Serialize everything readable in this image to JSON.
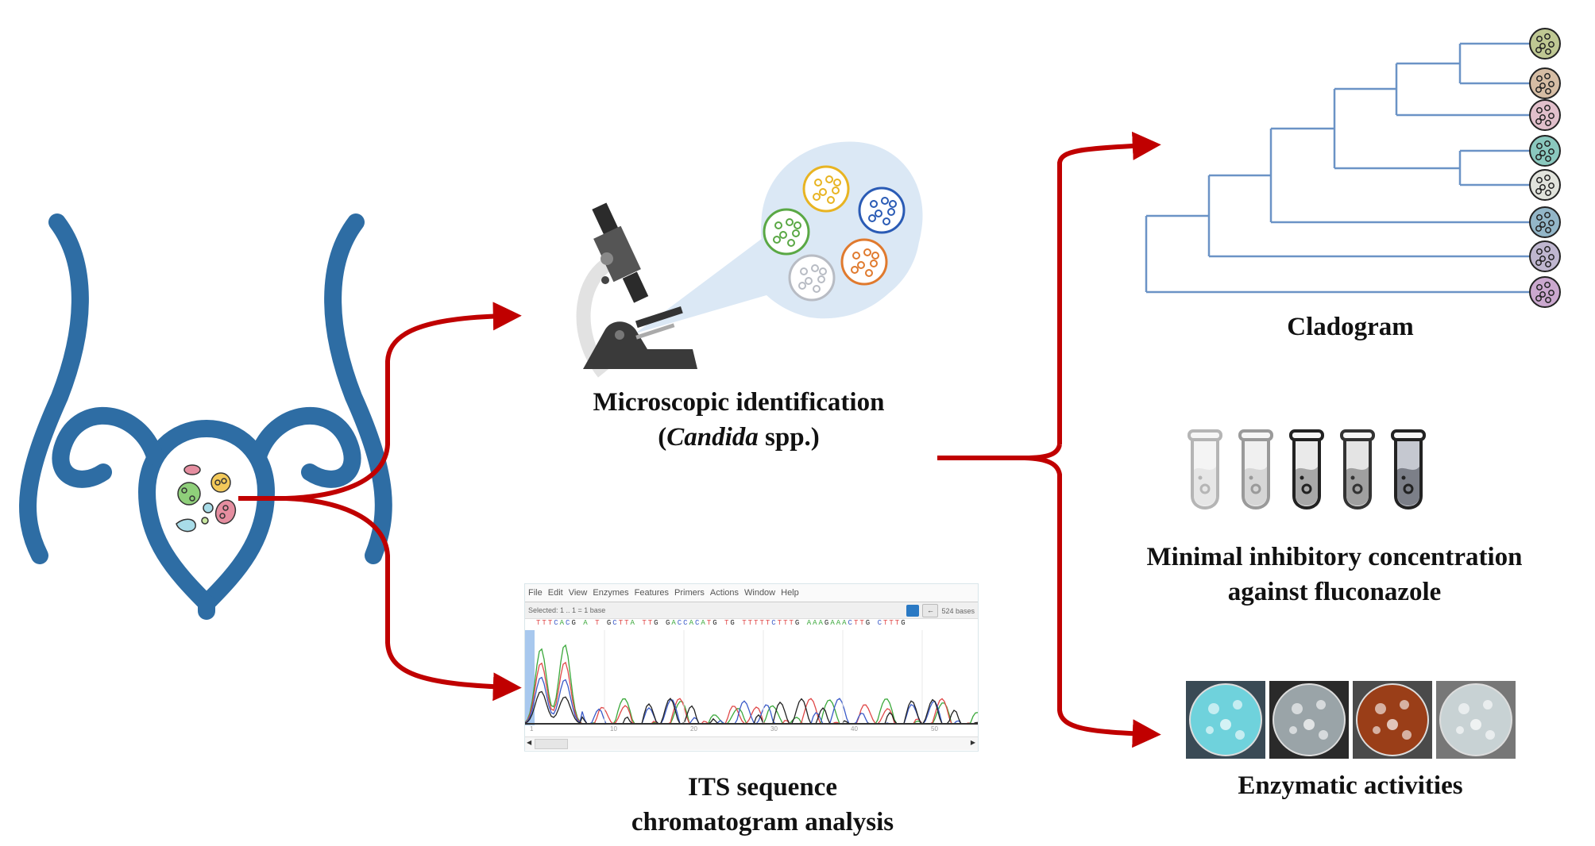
{
  "figure": {
    "type": "graphical-abstract-workflow",
    "colors": {
      "arrow": "#c00000",
      "anatomy": "#2e6da4",
      "cladogram_branch": "#6b93c6",
      "microscope_bubble": "#dbe8f5"
    }
  },
  "source": {
    "label": "vaginal-microbiota-sample",
    "icon": "female-reproductive-tract-icon"
  },
  "steps": {
    "microscopy": {
      "caption_line1": "Microscopic identification",
      "caption_line2_open": "(",
      "caption_line2_italic": "Candida",
      "caption_line2_rest": " spp.)",
      "colony_colors": [
        "#e8b422",
        "#2a5bb5",
        "#5aa845",
        "#e07a2e",
        "#b8bcc4"
      ]
    },
    "chromatogram": {
      "caption_line1": "ITS sequence",
      "caption_line2": "chromatogram analysis",
      "menu": [
        "File",
        "Edit",
        "View",
        "Enzymes",
        "Features",
        "Primers",
        "Actions",
        "Window",
        "Help"
      ],
      "selection_text": "Selected: 1 .. 1 = 1 base",
      "bases_label": "524 bases",
      "sequence": "TTTCACG A T GCTTA TTG GACCACATG TG TTTTTCTTTG AAAGAAACTTG CTTTG",
      "axis_ticks": [
        "1",
        "10",
        "20",
        "30",
        "40",
        "50"
      ]
    },
    "cladogram": {
      "caption": "Cladogram",
      "tip_colors": [
        "#8a9a3a",
        "#b5865a",
        "#c98aa0",
        "#2a9a88",
        "#c8ccc0",
        "#3a7a9a",
        "#8a7aa8",
        "#a060a8"
      ]
    },
    "mic": {
      "caption_line1": "Minimal inhibitory concentration",
      "caption_line2": "against fluconazole",
      "tube_count": 5
    },
    "enzymatic": {
      "caption": "Enzymatic activities",
      "plate_colors": [
        "#6fd2dc",
        "#9aa4a8",
        "#9a3e18",
        "#c8d2d4"
      ]
    }
  }
}
